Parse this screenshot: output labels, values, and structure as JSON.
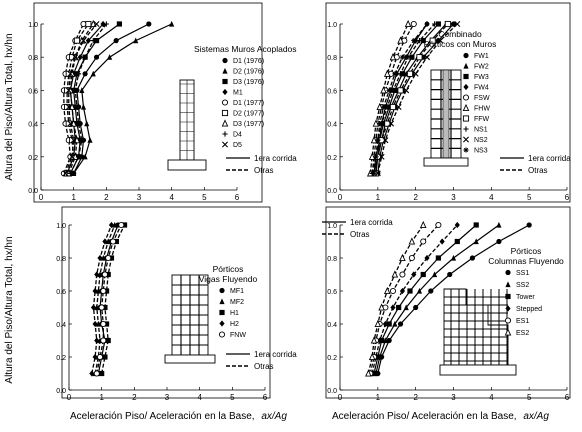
{
  "figure": {
    "ylabel": "Altura del Piso/Altura Total, hx/hn",
    "xlabel": "Aceleración Piso/ Aceleración en la Base,",
    "xlabel_symbol": "ax/Ag"
  },
  "chart_data": [
    {
      "type": "line",
      "title": "Sistemas Muros Acoplados",
      "xlim": [
        0,
        6
      ],
      "ylim": [
        0,
        1
      ],
      "xticks": [
        "0",
        "1",
        "2",
        "3",
        "4",
        "5",
        "6"
      ],
      "yticks": [
        "0.0",
        "0.2",
        "0.4",
        "0.6",
        "0.8",
        "1.0"
      ],
      "legend": [
        "D1 (1976)",
        "D2 (1976)",
        "D3 (1976)",
        "M1",
        "D1 (1977)",
        "D2 (1977)",
        "D3 (1977)",
        "D4",
        "D5"
      ],
      "line_legend": [
        "1era corrida",
        "Otras"
      ],
      "y": [
        0.1,
        0.2,
        0.3,
        0.4,
        0.5,
        0.6,
        0.7,
        0.8,
        0.9,
        1.0
      ],
      "series": [
        {
          "style": "solid",
          "marker": "circle",
          "values": [
            1.0,
            1.25,
            1.3,
            1.2,
            1.15,
            1.1,
            1.35,
            1.7,
            2.3,
            3.3
          ]
        },
        {
          "style": "solid",
          "marker": "triangle",
          "values": [
            1.0,
            1.35,
            1.5,
            1.4,
            1.3,
            1.25,
            1.6,
            2.1,
            2.9,
            4.0
          ]
        },
        {
          "style": "solid",
          "marker": "square",
          "values": [
            0.9,
            1.15,
            1.2,
            1.1,
            1.05,
            1.0,
            1.1,
            1.35,
            1.7,
            2.4
          ]
        },
        {
          "style": "solid",
          "marker": "diamond",
          "values": [
            0.8,
            1.0,
            1.05,
            1.0,
            0.95,
            0.9,
            1.0,
            1.2,
            1.45,
            1.9
          ]
        },
        {
          "style": "dashed",
          "marker": "circle-open",
          "values": [
            0.7,
            0.9,
            0.85,
            0.75,
            0.7,
            0.7,
            0.75,
            0.85,
            1.05,
            1.3
          ]
        },
        {
          "style": "dashed",
          "marker": "square-open",
          "values": [
            0.8,
            1.0,
            0.95,
            0.85,
            0.8,
            0.8,
            0.85,
            0.95,
            1.1,
            1.45
          ]
        },
        {
          "style": "dashed",
          "marker": "triangle-open",
          "values": [
            0.85,
            1.05,
            1.1,
            1.0,
            0.95,
            0.9,
            0.95,
            1.05,
            1.25,
            1.6
          ]
        },
        {
          "style": "dashed",
          "marker": "plus",
          "values": [
            0.9,
            1.15,
            1.25,
            1.15,
            1.1,
            1.05,
            1.15,
            1.35,
            1.6,
            2.0
          ]
        },
        {
          "style": "dashed",
          "marker": "x",
          "values": [
            0.75,
            0.95,
            1.0,
            0.9,
            0.85,
            0.85,
            0.9,
            1.05,
            1.3,
            1.7
          ]
        }
      ]
    },
    {
      "type": "line",
      "title": "Combinado Pórticos con Muros",
      "xlim": [
        0,
        6
      ],
      "ylim": [
        0,
        1
      ],
      "xticks": [
        "0",
        "1",
        "2",
        "3",
        "4",
        "5",
        "6"
      ],
      "yticks": [
        "0.0",
        "0.2",
        "0.4",
        "0.6",
        "0.8",
        "1.0"
      ],
      "legend": [
        "FW1",
        "FW2",
        "FW3",
        "FW4",
        "FSW",
        "FHW",
        "FFW",
        "NS1",
        "NS2",
        "NS3"
      ],
      "line_legend": [
        "1era corrida",
        "Otras"
      ],
      "y": [
        0.1,
        0.2,
        0.3,
        0.4,
        0.5,
        0.6,
        0.7,
        0.8,
        0.9,
        1.0
      ],
      "series": [
        {
          "style": "solid",
          "marker": "circle",
          "values": [
            1.0,
            1.05,
            1.15,
            1.3,
            1.45,
            1.65,
            1.9,
            2.2,
            2.6,
            3.0
          ]
        },
        {
          "style": "solid",
          "marker": "triangle",
          "values": [
            0.95,
            1.0,
            1.1,
            1.2,
            1.35,
            1.55,
            1.75,
            2.05,
            2.4,
            2.8
          ]
        },
        {
          "style": "solid",
          "marker": "square",
          "values": [
            0.9,
            0.95,
            1.05,
            1.15,
            1.3,
            1.45,
            1.65,
            1.9,
            2.2,
            2.6
          ]
        },
        {
          "style": "solid",
          "marker": "diamond",
          "values": [
            0.9,
            1.0,
            1.05,
            1.1,
            1.2,
            1.35,
            1.5,
            1.75,
            2.0,
            2.3
          ]
        },
        {
          "style": "dashed",
          "marker": "circle-open",
          "values": [
            0.85,
            0.9,
            0.95,
            1.0,
            1.1,
            1.2,
            1.35,
            1.5,
            1.7,
            1.95
          ]
        },
        {
          "style": "dashed",
          "marker": "triangle-open",
          "values": [
            0.8,
            0.85,
            0.9,
            0.95,
            1.05,
            1.15,
            1.25,
            1.4,
            1.6,
            1.8
          ]
        },
        {
          "style": "dashed",
          "marker": "square-open",
          "values": [
            0.95,
            1.0,
            1.1,
            1.25,
            1.4,
            1.6,
            1.85,
            2.1,
            2.45,
            2.85
          ]
        },
        {
          "style": "dashed",
          "marker": "plus",
          "values": [
            0.85,
            0.95,
            1.0,
            1.1,
            1.25,
            1.4,
            1.6,
            1.8,
            2.1,
            2.5
          ]
        },
        {
          "style": "dashed",
          "marker": "x",
          "values": [
            1.0,
            1.1,
            1.2,
            1.35,
            1.55,
            1.75,
            2.0,
            2.3,
            2.65,
            3.1
          ]
        },
        {
          "style": "dashed",
          "marker": "star",
          "values": [
            0.9,
            0.95,
            1.0,
            1.05,
            1.15,
            1.3,
            1.45,
            1.65,
            1.95,
            2.3
          ]
        }
      ]
    },
    {
      "type": "line",
      "title": "Pórticos Vigas Fluyendo",
      "xlim": [
        0,
        6
      ],
      "ylim": [
        0,
        1
      ],
      "xticks": [
        "0",
        "1",
        "2",
        "3",
        "4",
        "5",
        "6"
      ],
      "yticks": [
        "0.0",
        "0.2",
        "0.4",
        "0.6",
        "0.8",
        "1.0"
      ],
      "legend": [
        "MF1",
        "MF2",
        "H1",
        "H2",
        "FNW"
      ],
      "line_legend": [
        "1era corrida",
        "Otras"
      ],
      "y": [
        0.1,
        0.2,
        0.3,
        0.4,
        0.5,
        0.6,
        0.7,
        0.8,
        0.9,
        1.0
      ],
      "series": [
        {
          "style": "solid",
          "marker": "circle",
          "values": [
            0.9,
            1.0,
            1.1,
            1.0,
            0.95,
            1.0,
            1.05,
            1.15,
            1.3,
            1.5
          ]
        },
        {
          "style": "dashed",
          "marker": "triangle",
          "values": [
            0.8,
            0.9,
            0.95,
            0.9,
            0.85,
            0.9,
            0.95,
            1.05,
            1.2,
            1.4
          ]
        },
        {
          "style": "dashed",
          "marker": "square",
          "values": [
            1.0,
            1.1,
            1.2,
            1.15,
            1.1,
            1.15,
            1.2,
            1.3,
            1.45,
            1.7
          ]
        },
        {
          "style": "dashed",
          "marker": "diamond",
          "values": [
            0.7,
            0.8,
            0.85,
            0.8,
            0.75,
            0.8,
            0.85,
            0.95,
            1.1,
            1.3
          ]
        },
        {
          "style": "dashed",
          "marker": "circle-open",
          "values": [
            0.85,
            0.95,
            1.05,
            1.05,
            1.0,
            1.05,
            1.1,
            1.2,
            1.35,
            1.6
          ]
        }
      ]
    },
    {
      "type": "line",
      "title": "Pórticos Columnas Fluyendo",
      "xlim": [
        0,
        6
      ],
      "ylim": [
        0,
        1
      ],
      "xticks": [
        "0",
        "1",
        "2",
        "3",
        "4",
        "5",
        "6"
      ],
      "yticks": [
        "0.0",
        "0.2",
        "0.4",
        "0.6",
        "0.8",
        "1.0"
      ],
      "legend": [
        "SS1",
        "SS2",
        "Tower",
        "Stepped",
        "ES1",
        "ES2"
      ],
      "line_legend": [
        "1era corrida",
        "Otras"
      ],
      "y": [
        0.1,
        0.2,
        0.3,
        0.4,
        0.5,
        0.6,
        0.7,
        0.8,
        0.9,
        1.0
      ],
      "series": [
        {
          "style": "solid",
          "marker": "circle",
          "values": [
            1.0,
            1.1,
            1.3,
            1.6,
            2.0,
            2.4,
            2.9,
            3.5,
            4.2,
            5.0
          ]
        },
        {
          "style": "solid",
          "marker": "triangle",
          "values": [
            0.95,
            1.05,
            1.2,
            1.45,
            1.75,
            2.1,
            2.5,
            3.0,
            3.6,
            4.2
          ]
        },
        {
          "style": "solid",
          "marker": "square",
          "values": [
            0.9,
            1.0,
            1.1,
            1.3,
            1.55,
            1.85,
            2.2,
            2.6,
            3.1,
            3.6
          ]
        },
        {
          "style": "dashed",
          "marker": "diamond",
          "values": [
            0.85,
            0.95,
            1.05,
            1.2,
            1.4,
            1.65,
            1.95,
            2.3,
            2.7,
            3.1
          ]
        },
        {
          "style": "dashed",
          "marker": "circle-open",
          "values": [
            0.8,
            0.9,
            0.95,
            1.05,
            1.2,
            1.4,
            1.65,
            1.9,
            2.2,
            2.6
          ]
        },
        {
          "style": "dashed",
          "marker": "triangle-open",
          "values": [
            0.75,
            0.85,
            0.9,
            1.0,
            1.1,
            1.25,
            1.45,
            1.65,
            1.9,
            2.2
          ]
        }
      ]
    }
  ]
}
